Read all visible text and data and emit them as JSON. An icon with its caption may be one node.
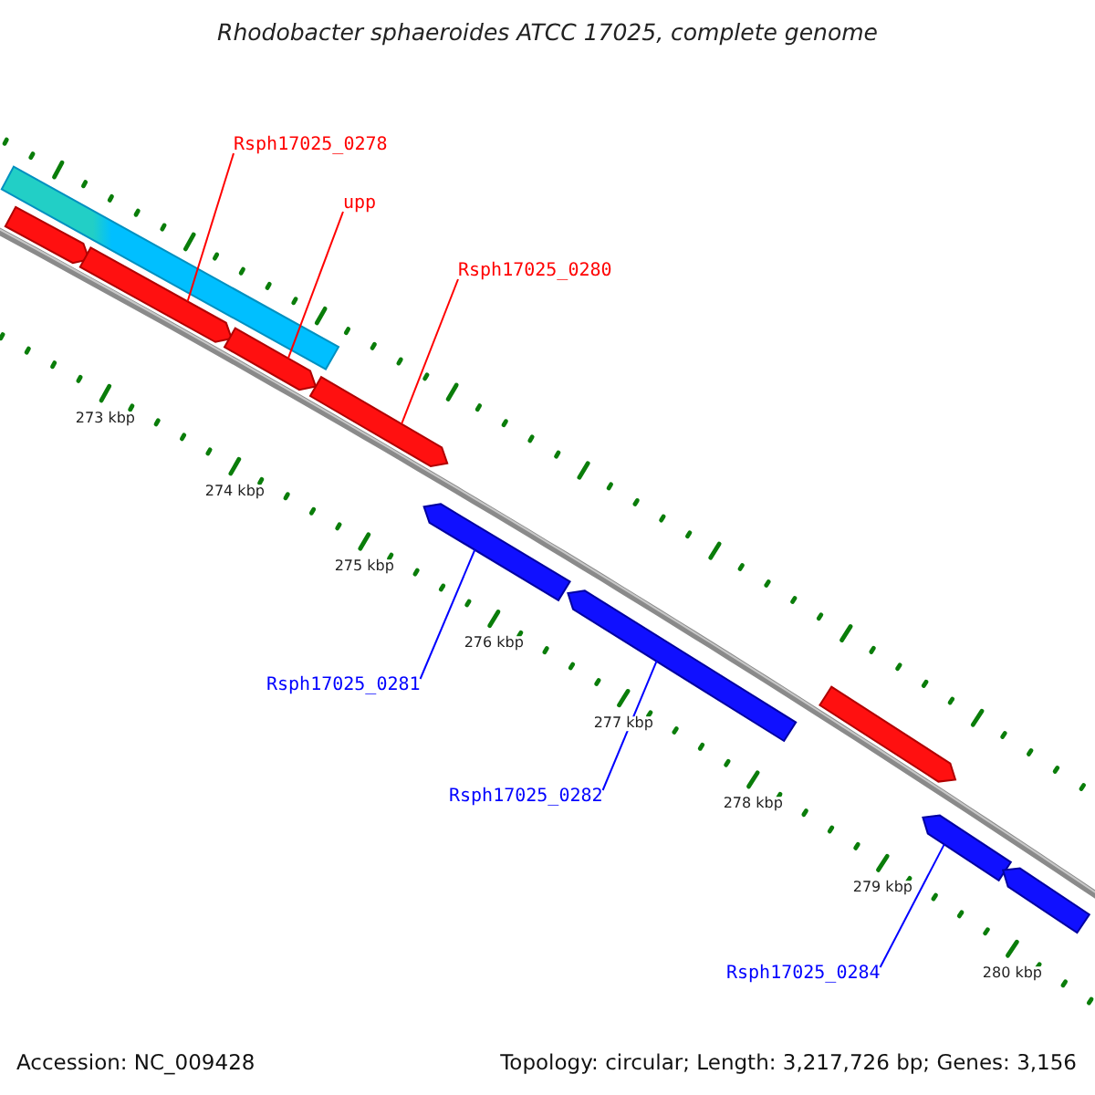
{
  "diagram": {
    "title": "Rhodobacter sphaeroides ATCC 17025, complete genome",
    "nodes": [
      {
        "text": [
          "Rsph17025_0278"
        ]
      },
      {
        "text": [
          "upp"
        ]
      },
      {
        "text": [
          "Rsph17025_0280"
        ]
      },
      {
        "text": [
          "Rsph17025_0281"
        ]
      },
      {
        "text": [
          "Rsph17025_0282"
        ]
      },
      {
        "text": [
          "Rsph17025_0284"
        ]
      },
      {
        "text": [],
        "shape": "bar"
      },
      {
        "text": [],
        "shape": "bar"
      },
      {
        "text": [],
        "shape": "bar"
      },
      {
        "text": [],
        "shape": "bar"
      },
      {
        "text": [],
        "shape": "bar"
      },
      {
        "text": [],
        "shape": "bar"
      },
      {
        "text": [],
        "shape": "bar"
      },
      {
        "text": [],
        "shape": "bar"
      },
      {
        "text": [],
        "shape": "bar"
      },
      {
        "text": [],
        "shape": "bar"
      }
    ],
    "edges": [
      {
        "from": 0,
        "to": 8,
        "arrow": "none"
      },
      {
        "from": 1,
        "to": 9,
        "arrow": "none"
      },
      {
        "from": 2,
        "to": 10,
        "arrow": "none"
      },
      {
        "from": 3,
        "to": 11,
        "arrow": "none",
        "color": "#0000ff"
      },
      {
        "from": 4,
        "to": 12,
        "arrow": "none",
        "color": "#0000ff"
      },
      {
        "from": 5,
        "to": 14,
        "arrow": "none",
        "color": "#0000ff"
      }
    ],
    "labels": [
      "273 kbp",
      "274 kbp",
      "275 kbp",
      "276 kbp",
      "277 kbp",
      "278 kbp",
      "279 kbp",
      "280 kbp",
      "Accession: NC_009428",
      "Topology: circular; Length: 3,217,726 bp; Genes: 3,156"
    ]
  }
}
